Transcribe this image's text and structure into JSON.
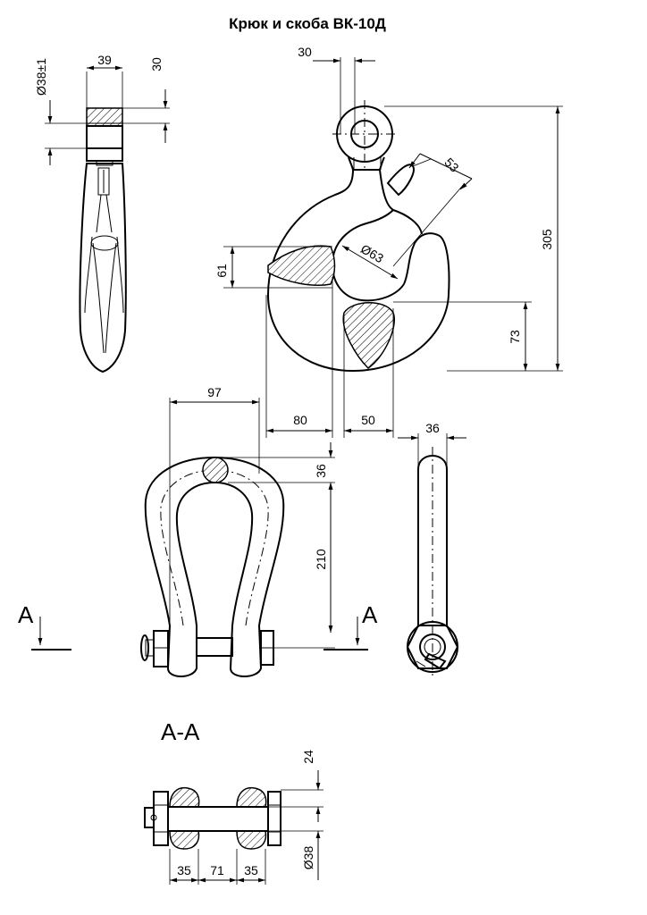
{
  "title": "Крюк и скоба ВК-10Д",
  "dimensions": {
    "d38": "Ø38±1",
    "d39": "39",
    "d30_side": "30",
    "d30_top": "30",
    "d53": "53",
    "d305": "305",
    "d61": "61",
    "d63": "Ø63",
    "d73": "73",
    "d97": "97",
    "d80": "80",
    "d50": "50",
    "d36_side": "36",
    "d36_shackle": "36",
    "d210": "210",
    "d24": "24",
    "d38_section": "Ø38",
    "d35_left": "35",
    "d71": "71",
    "d35_right": "35"
  },
  "section": {
    "marker_left": "A",
    "marker_right": "A",
    "label": "A-A"
  }
}
